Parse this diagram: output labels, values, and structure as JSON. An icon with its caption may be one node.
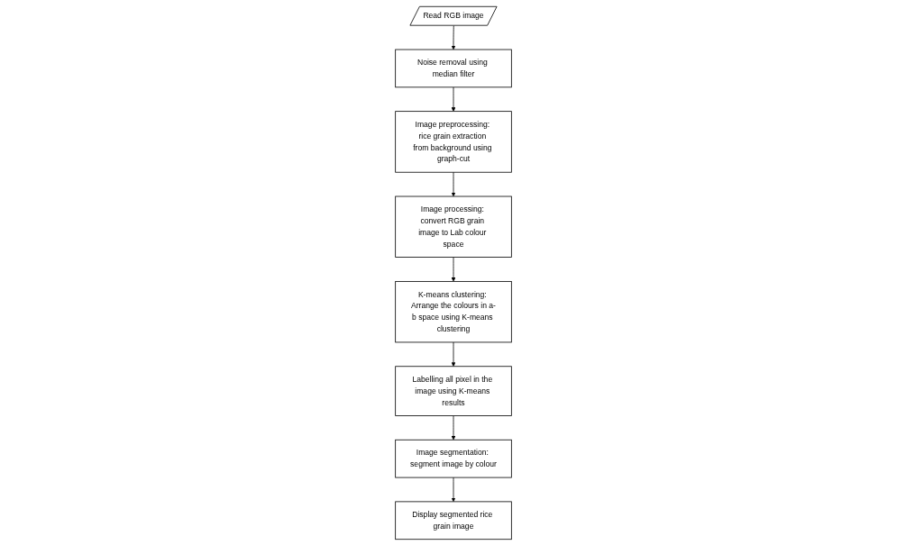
{
  "diagram": {
    "nodes": [
      {
        "text": [
          "Read RGB image"
        ]
      },
      {
        "text": [
          "Noise removal using median filter"
        ]
      },
      {
        "text": [
          "Image preprocessing: rice grain extraction from background using graph-cut"
        ]
      },
      {
        "text": [
          "Image processing: convert RGB grain image to Lab colour space"
        ]
      },
      {
        "text": [
          "K-means clustering: Arrange the colours in a-b space using K-means clustering"
        ]
      },
      {
        "text": [
          "Labelling all pixel in the image using K-means results"
        ]
      },
      {
        "text": [
          "Image segmentation: segment image by colour"
        ]
      },
      {
        "text": [
          "Display segmented rice grain image"
        ]
      }
    ],
    "edges": [
      {
        "from": 0,
        "to": 1,
        "arrow": "to"
      },
      {
        "from": 1,
        "to": 2,
        "arrow": "to"
      },
      {
        "from": 2,
        "to": 3,
        "arrow": "to"
      },
      {
        "from": 3,
        "to": 4,
        "arrow": "to"
      },
      {
        "from": 4,
        "to": 5,
        "arrow": "to"
      },
      {
        "from": 5,
        "to": 6,
        "arrow": "to"
      },
      {
        "from": 6,
        "to": 7,
        "arrow": "to"
      }
    ]
  }
}
